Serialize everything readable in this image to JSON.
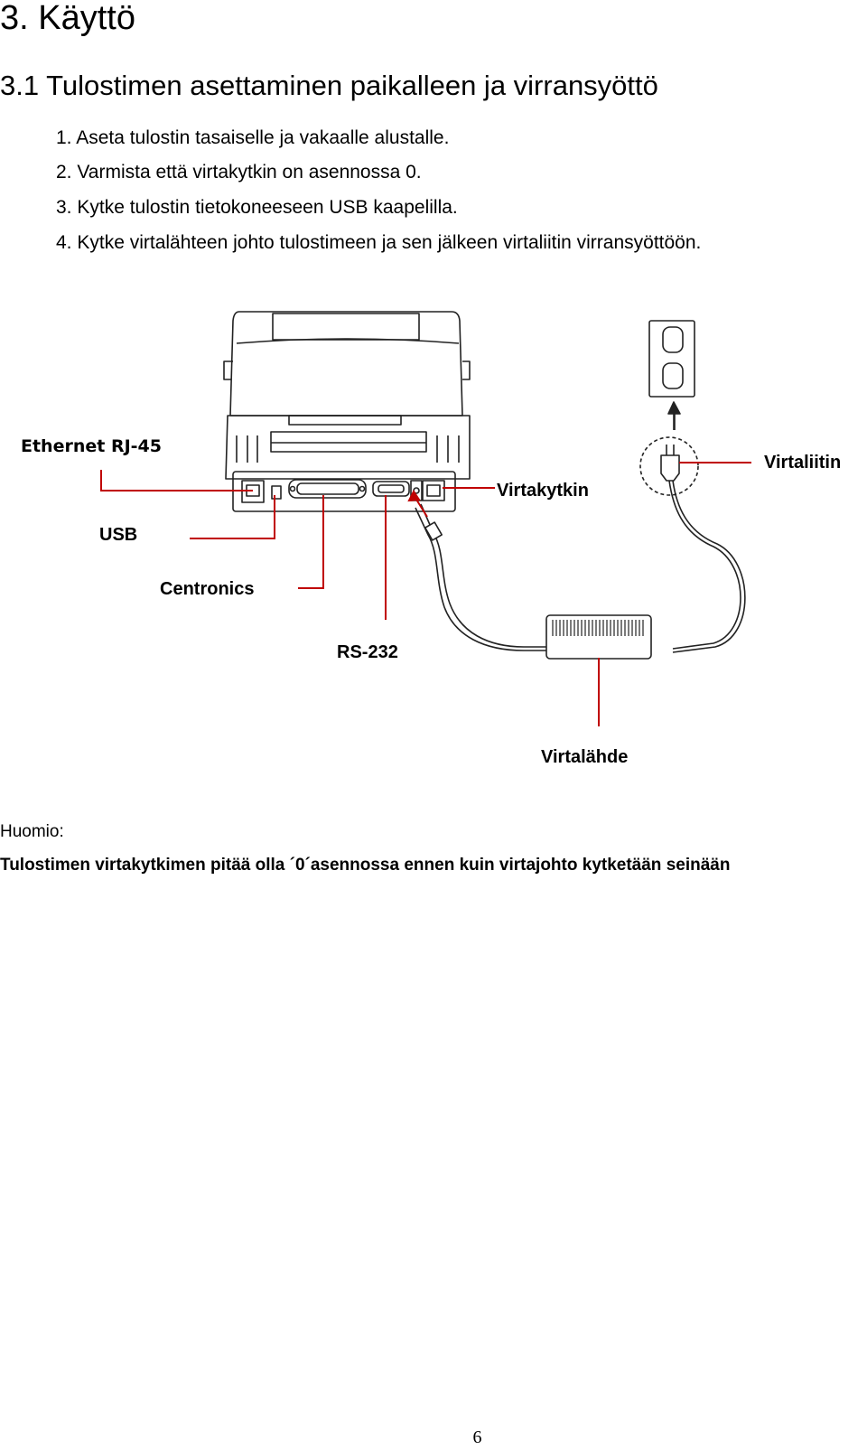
{
  "heading": "3. Käyttö",
  "subheading": "3.1 Tulostimen asettaminen paikalleen ja virransyöttö",
  "steps": [
    "1. Aseta tulostin tasaiselle ja vakaalle alustalle.",
    "2. Varmista että virtakytkin on asennossa 0.",
    "3. Kytke tulostin tietokoneeseen USB kaapelilla.",
    "4. Kytke virtalähteen johto tulostimeen ja sen jälkeen virtaliitin virransyöttöön."
  ],
  "diagram": {
    "labels": {
      "ethernet": "Ethernet RJ-45",
      "usb": "USB",
      "centronics": "Centronics",
      "rs232": "RS-232",
      "power_switch": "Virtakytkin",
      "power_plug": "Virtaliitin",
      "power_supply": "Virtalähde"
    },
    "colors": {
      "callout": "#c00000",
      "line": "#222222"
    }
  },
  "note": {
    "title": "Huomio:",
    "text": "Tulostimen virtakytkimen pitää olla ´0´asennossa ennen kuin virtajohto kytketään seinään"
  },
  "page_number": "6"
}
